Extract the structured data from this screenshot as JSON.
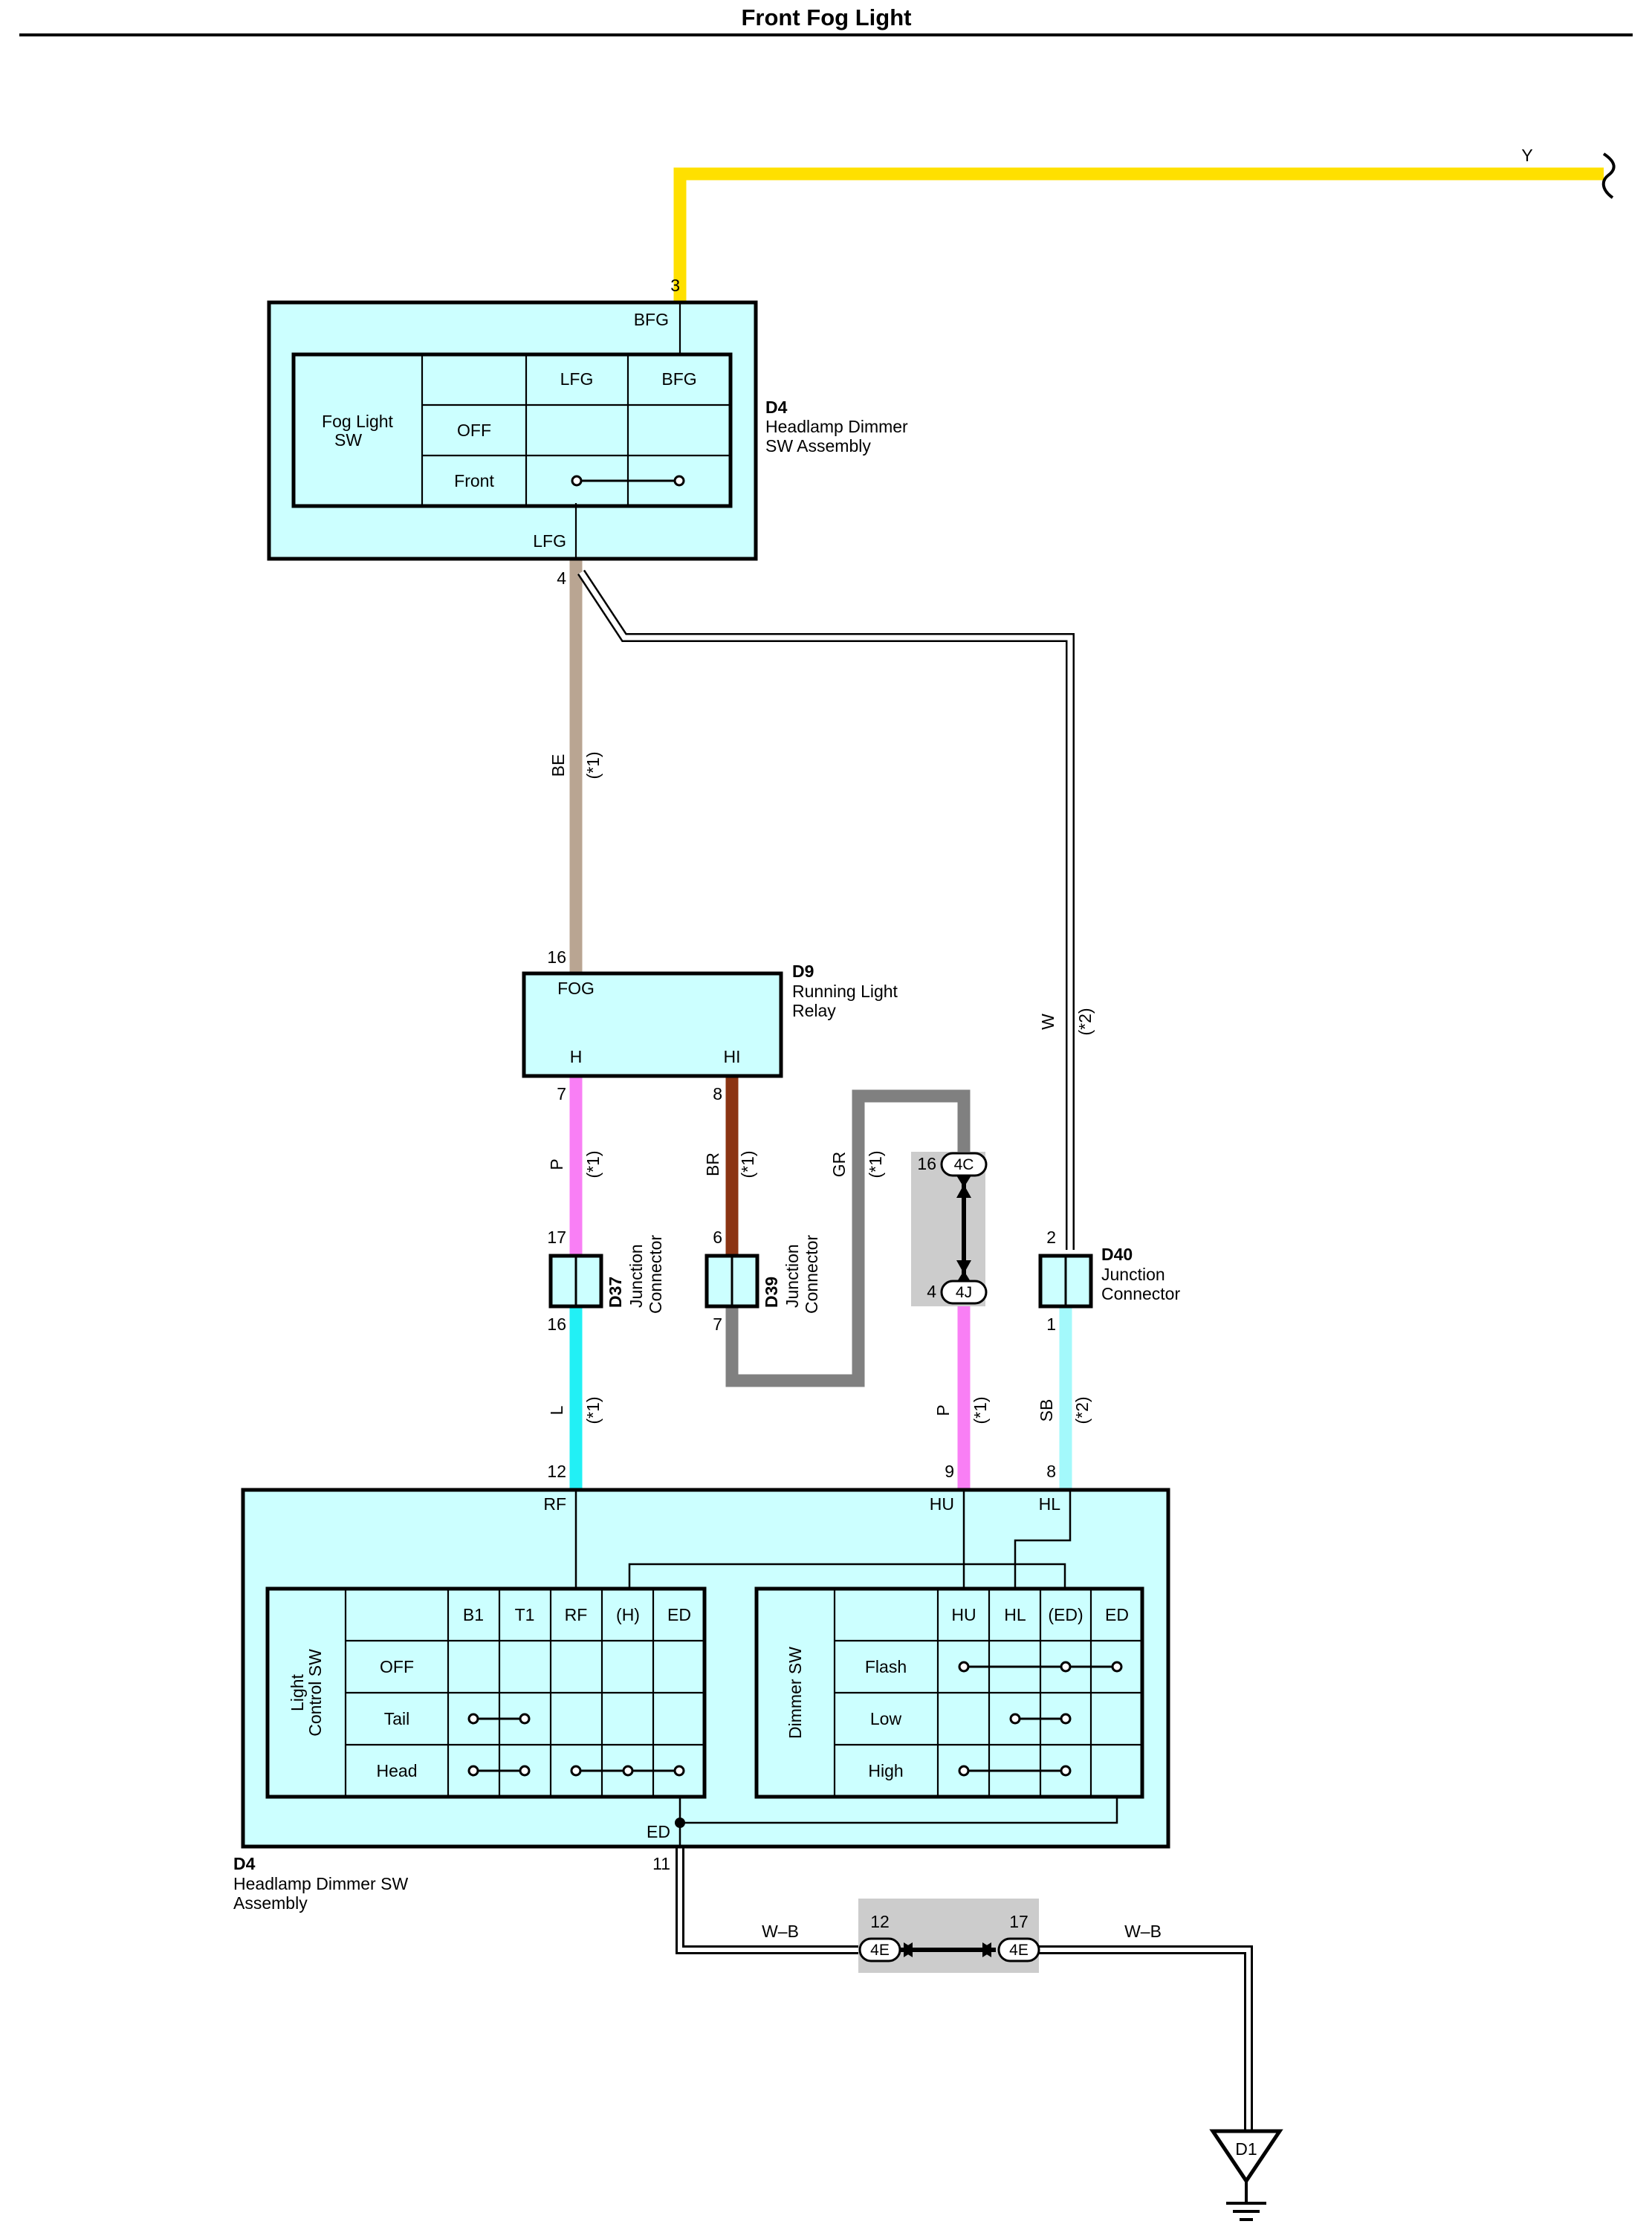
{
  "title": "Front Fog Light",
  "colors": {
    "Y": "#ffe000",
    "BE": "#b9a592",
    "W": "#ffffff",
    "P": "#f97ff5",
    "BR": "#8b3413",
    "GR": "#808080",
    "L": "#22f0f5",
    "SB": "#a3f9fb",
    "component_fill": "#ccffff",
    "junction_block": "#cccccc"
  },
  "wires": {
    "y": "Y",
    "be": "BE",
    "w": "W",
    "p1": "P",
    "br": "BR",
    "gr": "GR",
    "l": "L",
    "p2": "P",
    "sb": "SB",
    "wb_left": "W–B",
    "wb_right": "W–B",
    "note1": "(*1)",
    "note2": "(*2)"
  },
  "d4_top": {
    "id": "D4",
    "name_line1": "Headlamp Dimmer",
    "name_line2": "SW Assembly",
    "terminal_top": "BFG",
    "pin_top": "3",
    "terminal_bottom": "LFG",
    "pin_bottom": "4",
    "table": {
      "label_line1": "Fog Light",
      "label_line2": "SW",
      "headers": [
        "LFG",
        "BFG"
      ],
      "rows": [
        "OFF",
        "Front"
      ]
    }
  },
  "d9": {
    "id": "D9",
    "name_line1": "Running Light",
    "name_line2": "Relay",
    "terminal_fog": "FOG",
    "pin_fog": "16",
    "terminal_h": "H",
    "pin_h": "7",
    "terminal_hi": "HI",
    "pin_hi": "8"
  },
  "d37": {
    "id": "D37",
    "name_line1": "Junction",
    "name_line2": "Connector",
    "pin_top": "17",
    "pin_bottom": "16"
  },
  "d39": {
    "id": "D39",
    "name_line1": "Junction",
    "name_line2": "Connector",
    "pin_top": "6",
    "pin_bottom": "7"
  },
  "d40": {
    "id": "D40",
    "name_line1": "Junction",
    "name_line2": "Connector",
    "pin_top": "2",
    "pin_bottom": "1"
  },
  "jb_top": {
    "conn_top": "4C",
    "pin_top": "16",
    "conn_bottom": "4J",
    "pin_bottom": "4"
  },
  "jb_bottom": {
    "conn_left": "4E",
    "pin_left": "12",
    "conn_right": "4E",
    "pin_right": "17"
  },
  "d4_bottom": {
    "id": "D4",
    "name_line1": "Headlamp Dimmer SW",
    "name_line2": "Assembly",
    "terminal_rf": "RF",
    "pin_rf": "12",
    "terminal_hu": "HU",
    "pin_hu": "9",
    "terminal_hl": "HL",
    "pin_hl": "8",
    "terminal_ed": "ED",
    "pin_ed": "11",
    "light_control": {
      "label_line1": "Light",
      "label_line2": "Control SW",
      "headers": [
        "B1",
        "T1",
        "RF",
        "(H)",
        "ED"
      ],
      "rows": [
        "OFF",
        "Tail",
        "Head"
      ]
    },
    "dimmer": {
      "label": "Dimmer SW",
      "headers": [
        "HU",
        "HL",
        "(ED)",
        "ED"
      ],
      "rows": [
        "Flash",
        "Low",
        "High"
      ]
    }
  },
  "ground": {
    "id": "D1"
  }
}
